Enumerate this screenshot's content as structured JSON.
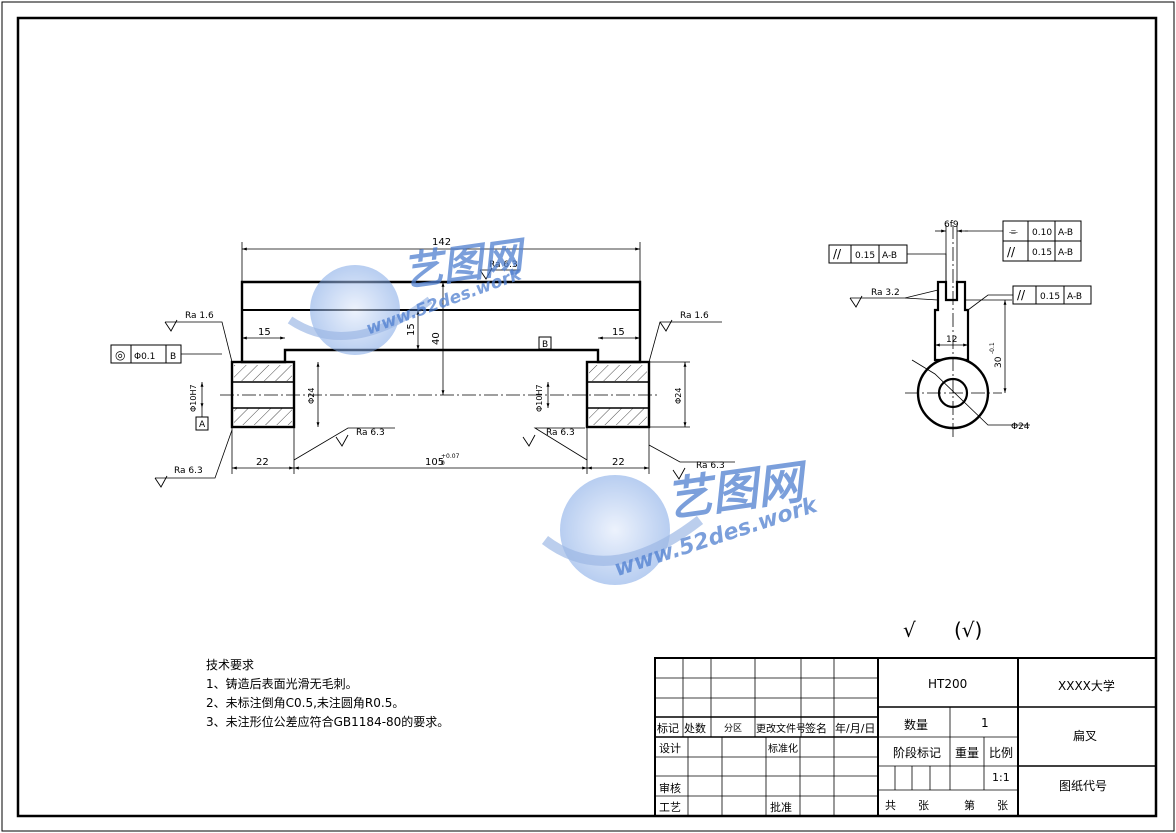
{
  "drawing": {
    "front_view": {
      "dims": {
        "overall_length": "142",
        "left_slot_width": "15",
        "right_slot_width": "15",
        "slot_depth": "15",
        "height": "40",
        "left_hub_length": "22",
        "center_span": "105",
        "center_tol_upper": "+0.07",
        "center_tol_lower": "0",
        "right_hub_length": "22",
        "left_bore": "Φ10H7",
        "left_od": "Φ24",
        "right_bore": "Φ10H7",
        "right_od": "Φ24"
      },
      "roughness": {
        "top": "Ra 6.3",
        "left_top": "Ra 1.6",
        "right_top": "Ra 1.6",
        "left_bottom": "Ra 6.3",
        "mid_left": "Ra 6.3",
        "mid_right": "Ra 6.3",
        "right_bottom": "Ra 6.3"
      },
      "datums": {
        "a": "A",
        "b": "B"
      },
      "fcf_concentricity": {
        "symbol": "◎",
        "value": "Φ0.1",
        "datum": "B"
      }
    },
    "side_view": {
      "dims": {
        "slot_width": "6f9",
        "arm_width": "12",
        "center_height": "30",
        "center_height_tol": "-0.1",
        "hub_od": "Φ24"
      },
      "roughness": {
        "fork": "Ra 3.2"
      },
      "fcf_left": {
        "symbol": "//",
        "value": "0.15",
        "datum": "A-B"
      },
      "fcf_sym": {
        "symbol": "⌯",
        "value": "0.10",
        "datum": "A-B"
      },
      "fcf_par_top": {
        "symbol": "//",
        "value": "0.15",
        "datum": "A-B"
      },
      "fcf_par_right": {
        "symbol": "//",
        "value": "0.15",
        "datum": "A-B"
      }
    },
    "general_roughness": {
      "check": "√",
      "paren": "(√)"
    }
  },
  "tech_requirements": {
    "title": "技术要求",
    "items": [
      "1、铸造后表面光滑无毛刺。",
      "2、未标注倒角C0.5,未注圆角R0.5。",
      "3、未注形位公差应符合GB1184-80的要求。"
    ]
  },
  "title_block": {
    "material": "HT200",
    "school": "XXXX大学",
    "part_name": "扁叉",
    "drawing_code": "图纸代号",
    "quantity_label": "数量",
    "quantity_value": "1",
    "stage_label": "阶段标记",
    "weight_label": "重量",
    "scale_label": "比例",
    "scale_value": "1:1",
    "total_label": "共",
    "sheet_label": "张",
    "page_label": "第",
    "page_sheet_label": "张",
    "rev_headers": [
      "标记",
      "处数",
      "分区",
      "更改文件号",
      "签名",
      "年/月/日"
    ],
    "design": "设计",
    "standardize": "标准化",
    "review": "审核",
    "process": "工艺",
    "approve": "批准"
  },
  "watermark": {
    "brand": "艺图网",
    "url": "www.52des.work"
  }
}
